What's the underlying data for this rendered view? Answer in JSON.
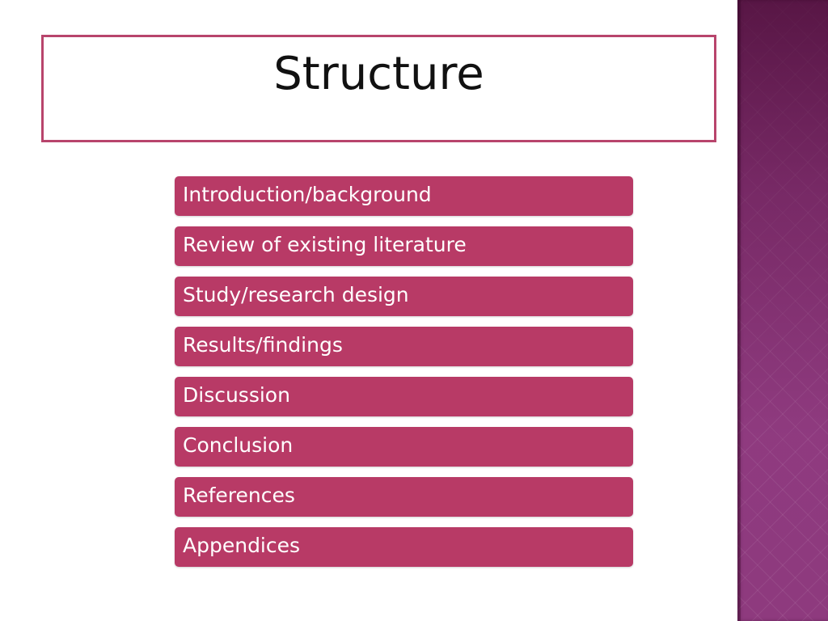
{
  "slide": {
    "title": "Structure",
    "items": [
      "Introduction/background",
      "Review of existing literature",
      "Study/research design",
      "Results/findings",
      "Discussion",
      "Conclusion",
      "References",
      "Appendices"
    ]
  },
  "colors": {
    "accent": "#b83a66",
    "title_border": "#b8456c",
    "side_band": "#8e3a7e"
  }
}
